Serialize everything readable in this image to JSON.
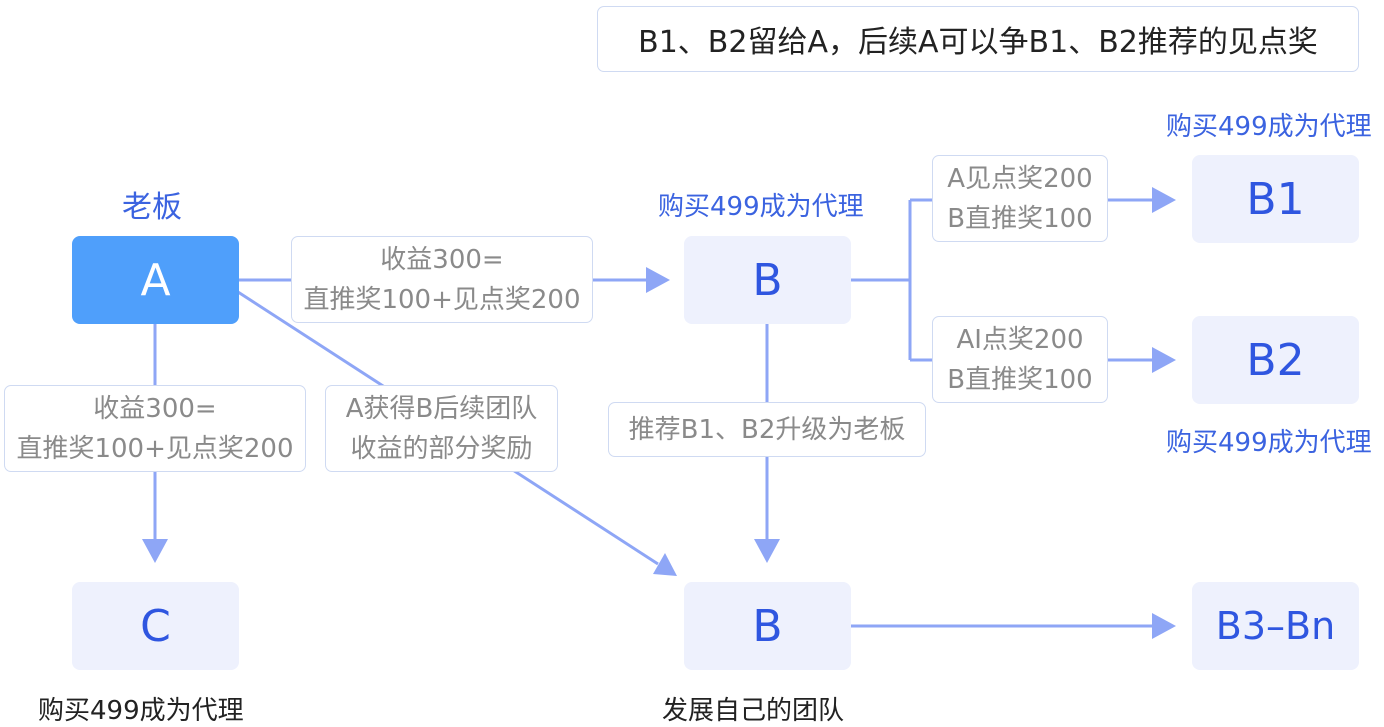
{
  "note": "B1、B2留给A，后续A可以争B1、B2推荐的见点奖",
  "nodes": {
    "a": "A",
    "b_top": "B",
    "b1": "B1",
    "b2": "B2",
    "c": "C",
    "b_bottom": "B",
    "b3_bn": "B3–Bn"
  },
  "captions": {
    "boss": "老板",
    "b_buy": "购买499成为代理",
    "b1_buy": "购买499成为代理",
    "b2_buy": "购买499成为代理",
    "c_buy": "购买499成为代理",
    "own_team": "发展自己的团队"
  },
  "edge_labels": {
    "a_to_b": [
      "收益300=",
      "直推奖100+见点奖200"
    ],
    "a_to_c": [
      "收益300=",
      "直推奖100+见点奖200"
    ],
    "a_reward": [
      "A获得B后续团队",
      "收益的部分奖励"
    ],
    "b_to_b1": [
      "A见点奖200",
      "B直推奖100"
    ],
    "b_to_b2": [
      "AI点奖200",
      "B直推奖100"
    ],
    "b_recommend": [
      "推荐B1、B2升级为老板"
    ]
  },
  "colors": {
    "primary_node": "#4f9ffb",
    "node_fill": "#eef1fd",
    "node_text": "#2f56e0",
    "edge": "#8ea6f6",
    "caption_blue": "#3b63e0"
  }
}
